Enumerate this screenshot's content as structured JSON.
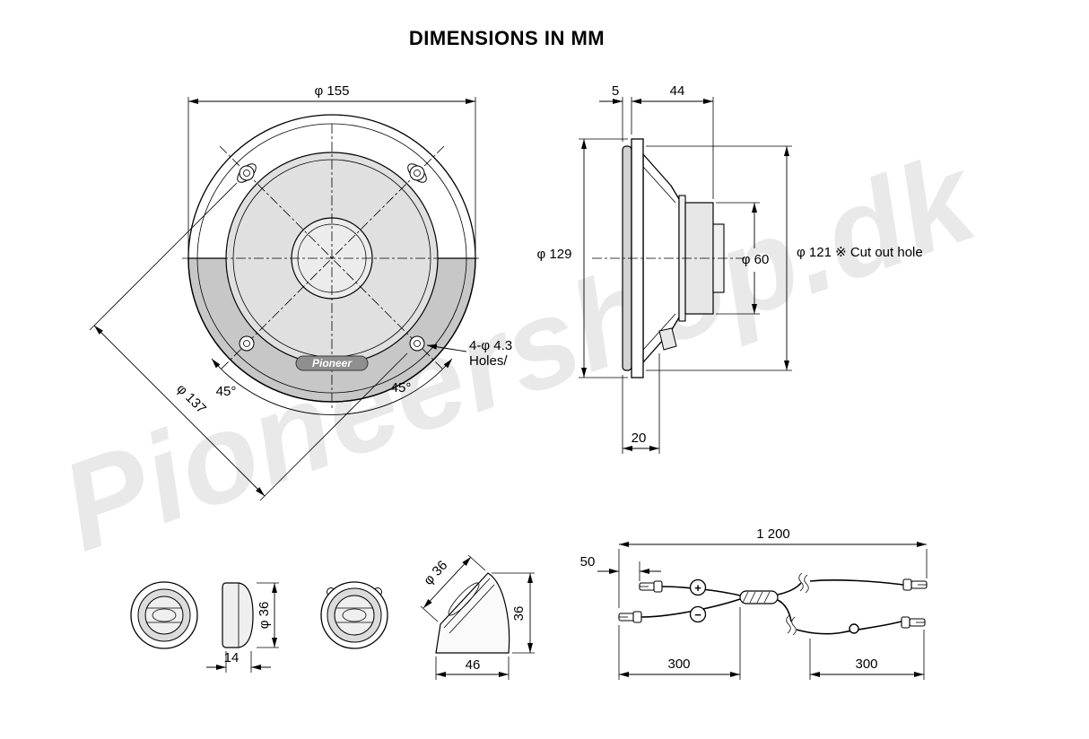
{
  "title": "DIMENSIONS IN MM",
  "watermark": "Pioneershop.dk",
  "front_view": {
    "overall_diameter": "φ 155",
    "bolt_circle_diameter": "φ 137",
    "angle_left": "45°",
    "angle_right": "45°",
    "holes_note_line1": "4-φ 4.3",
    "holes_note_line2": "Holes/",
    "logo_text": "Pioneer"
  },
  "side_view": {
    "front_protrusion_depth": "5",
    "body_depth": "44",
    "frame_diameter": "φ 129",
    "magnet_diameter": "φ 60",
    "cutout_note": "φ 121 ※ Cut out hole",
    "mounting_depth": "20"
  },
  "tweeter_views": {
    "body_diameter": "φ 36",
    "body_depth": "14",
    "face_diameter": "φ 36",
    "base_width": "46",
    "base_height": "36"
  },
  "cable_diagram": {
    "total_length": "1 200",
    "lead_offset": "50",
    "left_segment": "300",
    "right_segment": "300",
    "polarity_positive": "+",
    "polarity_negative": "−"
  }
}
